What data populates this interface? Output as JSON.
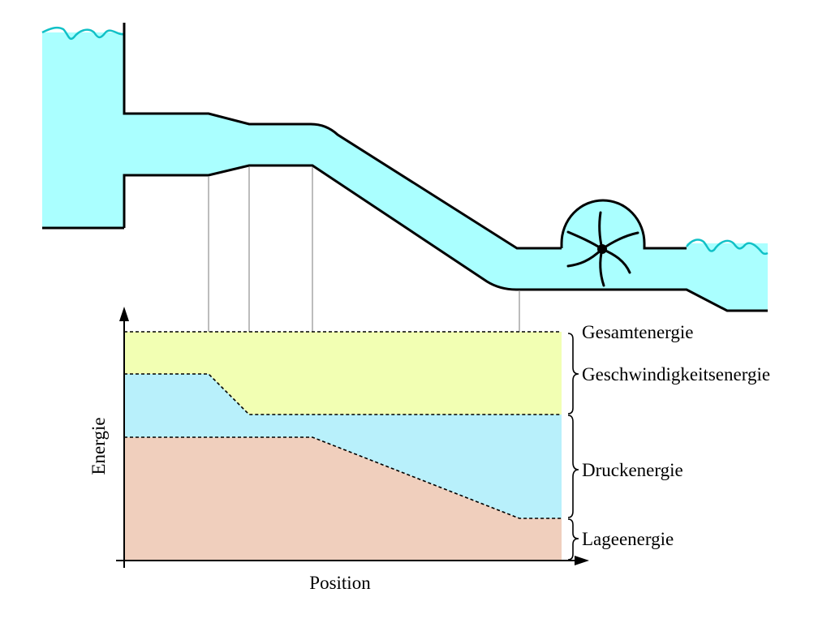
{
  "labels": {
    "total_energy": "Gesamtenergie",
    "velocity_energy": "Geschwindigkeitsenergie",
    "pressure_energy": "Druckenergie",
    "position_energy": "Lageenergie",
    "y_axis": "Energie",
    "x_axis": "Position"
  },
  "colors": {
    "water": "#aaffff",
    "water_surface": "#11c1c7",
    "velocity_band": "#f2ffb3",
    "pressure_band": "#b8f0fb",
    "position_band": "#f0cfbd",
    "outline": "#000000",
    "guide_line": "#999999"
  },
  "icons": {
    "turbine": "turbine-icon",
    "brace": "curly-brace-icon"
  }
}
